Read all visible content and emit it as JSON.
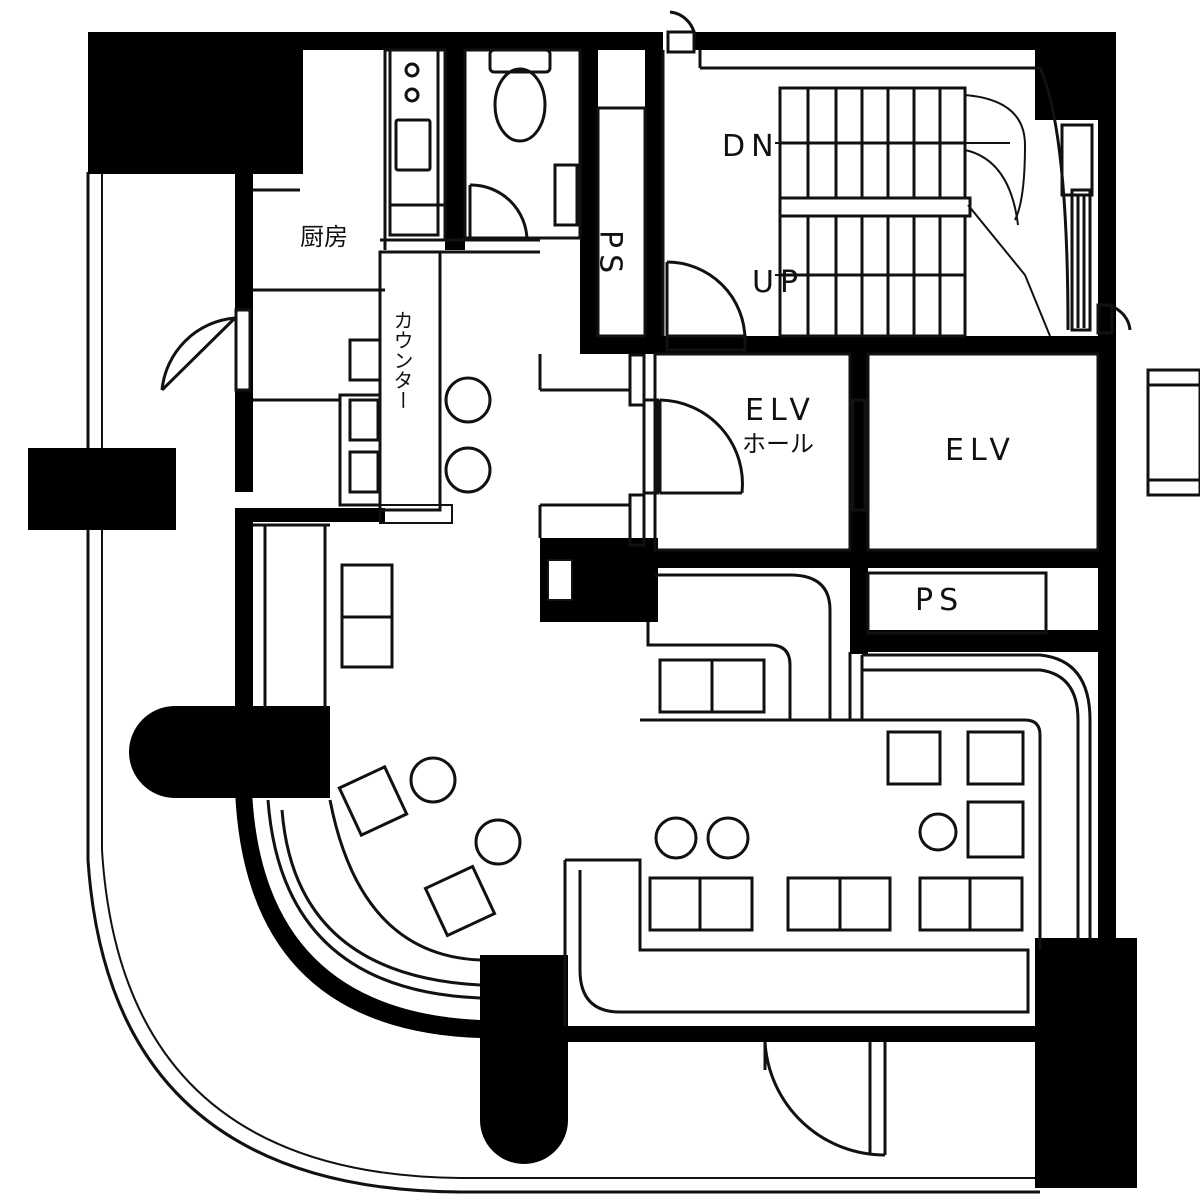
{
  "labels": {
    "kitchen": "厨房",
    "counter": "カウンター",
    "ps_vertical": "PS",
    "ps_horizontal": "PS",
    "stairs_down": "DN",
    "stairs_up": "UP",
    "elv_hall_line1": "ELV",
    "elv_hall_line2": "ホール",
    "elv": "ELV"
  }
}
